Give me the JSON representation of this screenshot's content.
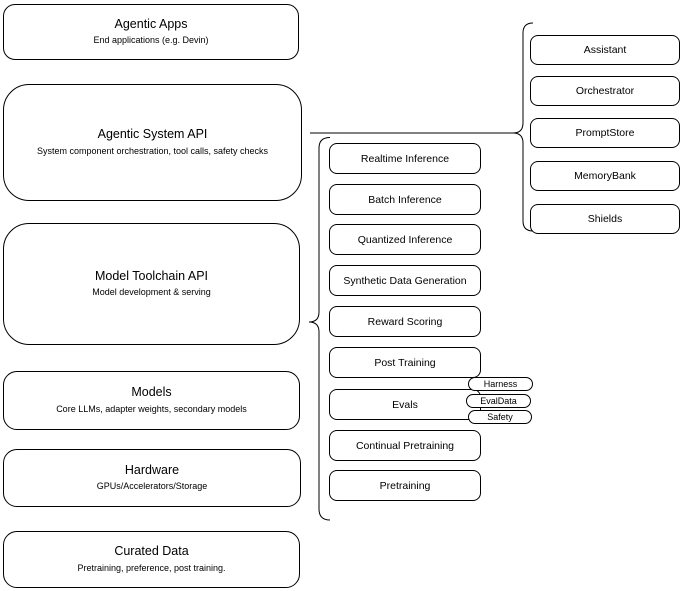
{
  "diagram": {
    "colors": {
      "stroke": "#000000",
      "fill": "#ffffff",
      "text": "#000000"
    },
    "left_column": {
      "boxes": [
        {
          "title": "Agentic Apps",
          "subtitle": "End applications (e.g. Devin)"
        },
        {
          "title": "Agentic System API",
          "subtitle": "System component orchestration, tool calls, safety checks"
        },
        {
          "title": "Model Toolchain API",
          "subtitle": "Model development & serving"
        },
        {
          "title": "Models",
          "subtitle": "Core LLMs, adapter weights, secondary models"
        },
        {
          "title": "Hardware",
          "subtitle": "GPUs/Accelerators/Storage"
        },
        {
          "title": "Curated Data",
          "subtitle": "Pretraining, preference, post training."
        }
      ]
    },
    "toolchain_column": {
      "boxes": [
        {
          "label": "Realtime Inference"
        },
        {
          "label": "Batch Inference"
        },
        {
          "label": "Quantized Inference"
        },
        {
          "label": "Synthetic Data Generation"
        },
        {
          "label": "Reward Scoring"
        },
        {
          "label": "Post Training"
        },
        {
          "label": "Evals"
        },
        {
          "label": "Continual Pretraining"
        },
        {
          "label": "Pretraining"
        }
      ],
      "eval_pills": [
        {
          "label": "Harness"
        },
        {
          "label": "EvalData"
        },
        {
          "label": "Safety"
        }
      ]
    },
    "system_column": {
      "boxes": [
        {
          "label": "Assistant"
        },
        {
          "label": "Orchestrator"
        },
        {
          "label": "PromptStore"
        },
        {
          "label": "MemoryBank"
        },
        {
          "label": "Shields"
        }
      ]
    }
  }
}
